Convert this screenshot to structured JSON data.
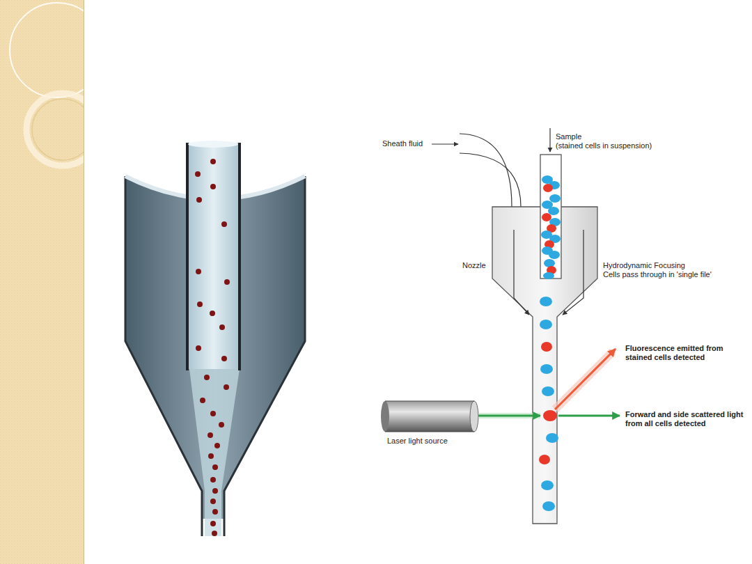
{
  "diagram": {
    "labels": [
      "Sheath fluid",
      "Sample",
      "(stained cells in suspension)",
      "Nozzle",
      "Hydrodynamic Focusing",
      "Cells pass through in 'single file'",
      "Fluorescence emitted from stained cells detected",
      "Laser light source",
      "Forward and side scattered light from all cells detected"
    ]
  }
}
